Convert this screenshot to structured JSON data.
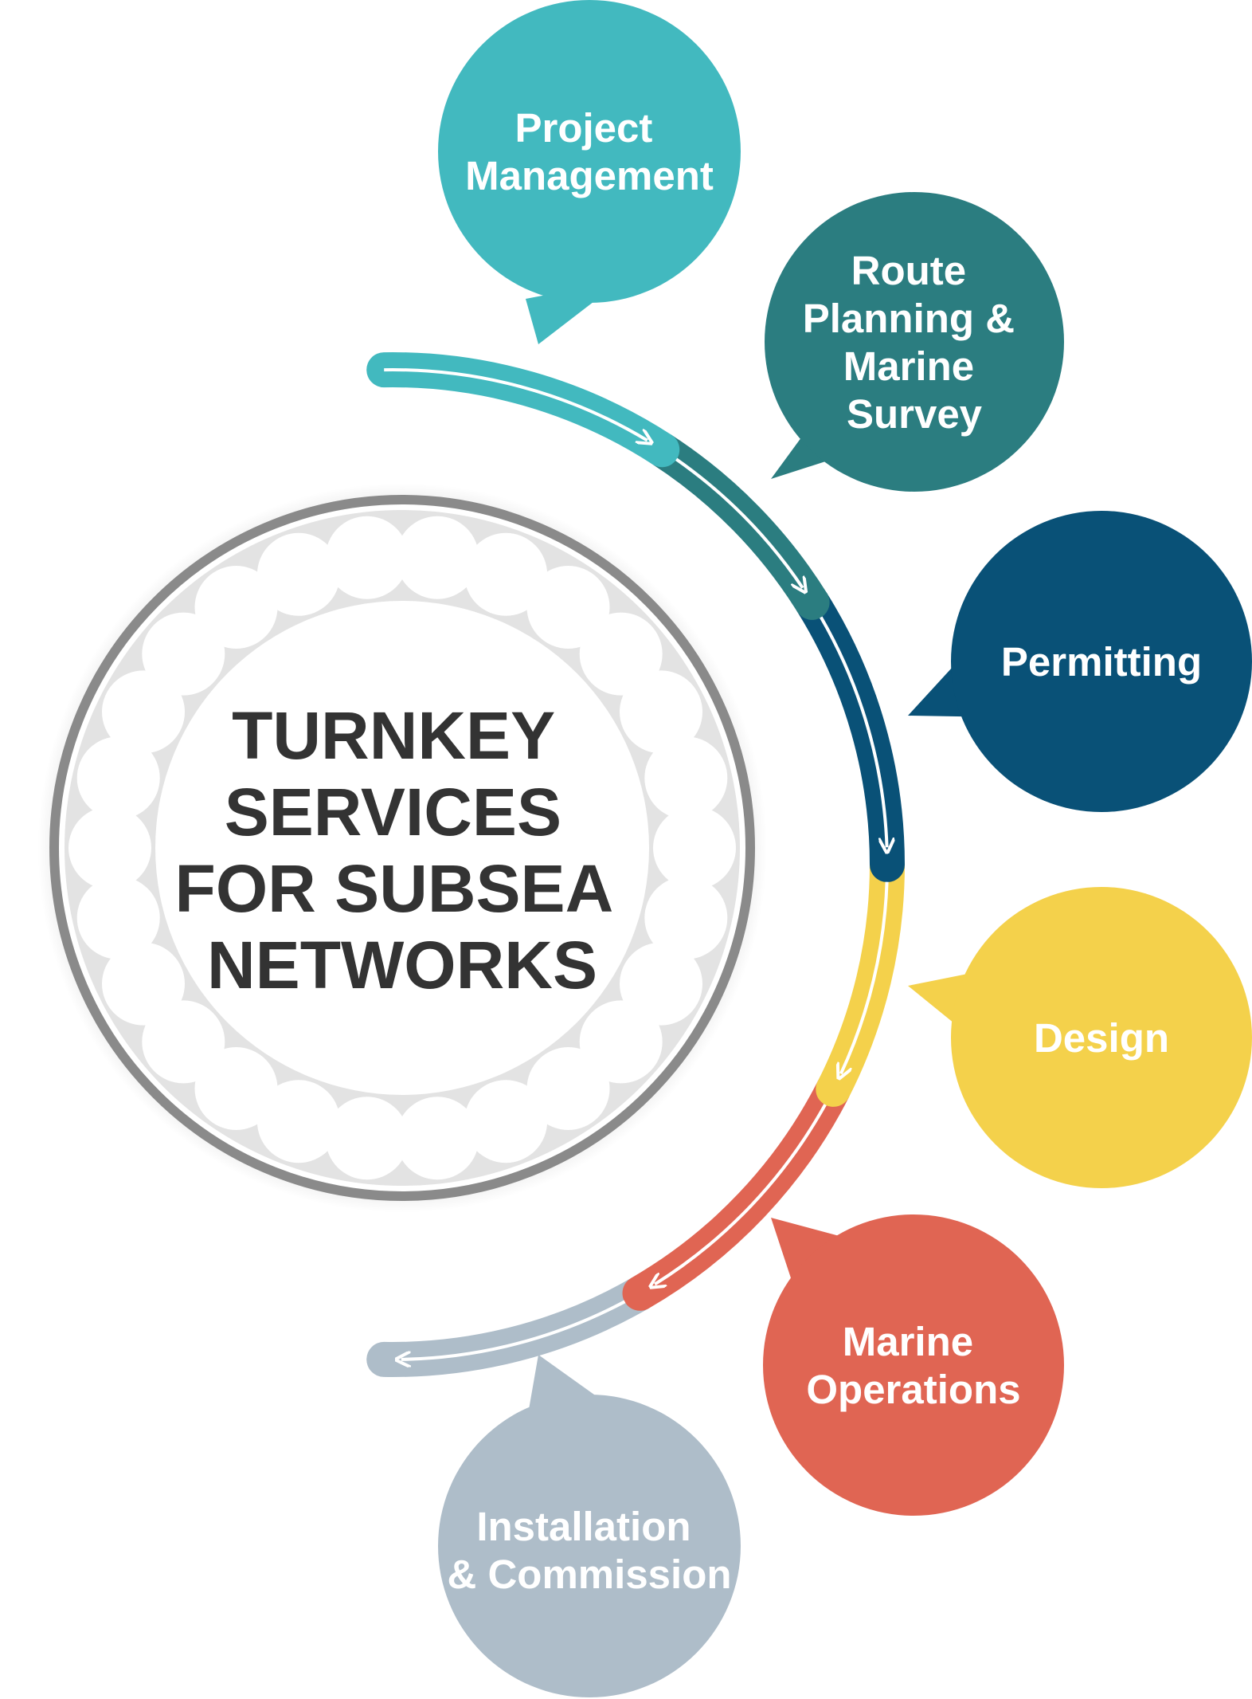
{
  "center": {
    "lines": [
      "TURNKEY",
      "SERVICES",
      "FOR SUBSEA",
      "NETWORKS"
    ]
  },
  "steps": [
    {
      "id": "project-management",
      "lines": [
        "Project",
        "Management"
      ],
      "color": "#42b9bf"
    },
    {
      "id": "route-planning",
      "lines": [
        "Route",
        "Planning &",
        "Marine",
        "Survey"
      ],
      "color": "#2b7d80"
    },
    {
      "id": "permitting",
      "lines": [
        "Permitting"
      ],
      "color": "#095177"
    },
    {
      "id": "design",
      "lines": [
        "Design"
      ],
      "color": "#f4d14b"
    },
    {
      "id": "marine-operations",
      "lines": [
        "Marine",
        "Operations"
      ],
      "color": "#e06553"
    },
    {
      "id": "installation-commission",
      "lines": [
        "Installation",
        "& Commission"
      ],
      "color": "#aebdc9"
    }
  ],
  "colors": {
    "ring_outer": "#8a8a8a",
    "ring_fill": "#e3e3e3",
    "beads": "#ffffff",
    "center_text": "#333333"
  }
}
